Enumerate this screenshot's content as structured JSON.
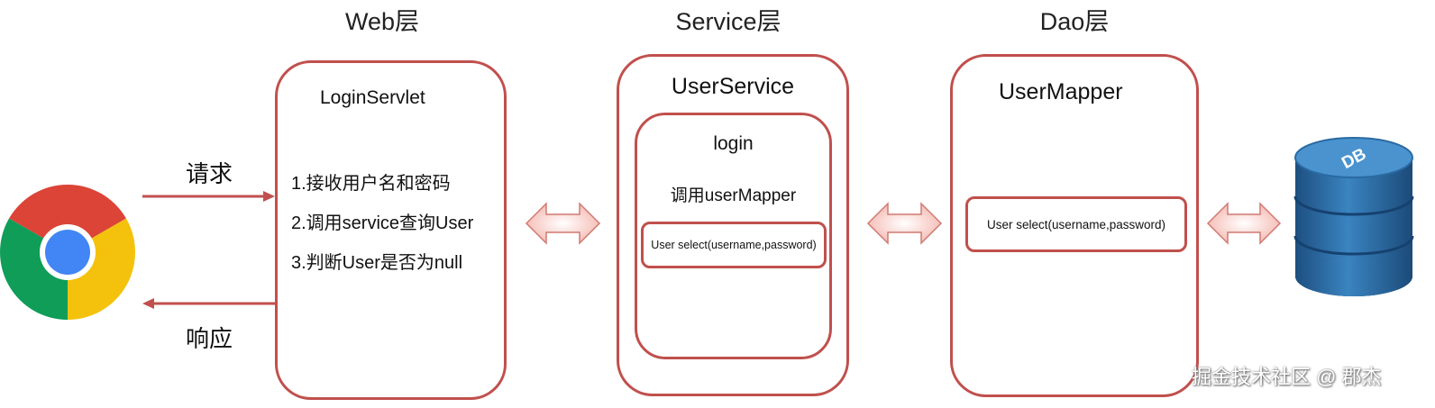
{
  "layers": {
    "web": "Web层",
    "service": "Service层",
    "dao": "Dao层"
  },
  "web": {
    "title": "LoginServlet",
    "steps": [
      "1.接收用户名和密码",
      "2.调用service查询User",
      "3.判断User是否为null"
    ]
  },
  "service": {
    "title": "UserService",
    "method": "login",
    "call": "调用userMapper",
    "signature": "User select(username,password)"
  },
  "dao": {
    "title": "UserMapper",
    "signature": "User select(username,password)"
  },
  "client": {
    "request_label": "请求",
    "response_label": "响应",
    "icon": "chrome-browser-icon"
  },
  "database": {
    "label": "DB",
    "icon": "database-cylinder-icon"
  },
  "watermark": "掘金技术社区 @ 郡杰",
  "colors": {
    "border": "#c0504d",
    "arrow_fill": "#f8d0cc",
    "db_blue": "#2e6fa7"
  }
}
